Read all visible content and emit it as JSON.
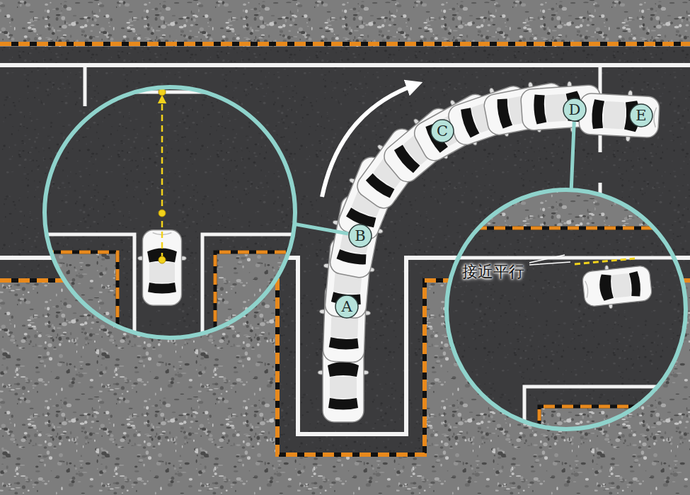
{
  "diagram": {
    "nodes": [
      {
        "text": [
          "A"
        ]
      },
      {
        "text": [
          "B"
        ]
      },
      {
        "text": [
          "C"
        ]
      },
      {
        "text": [
          "D"
        ]
      },
      {
        "text": [
          "E"
        ]
      },
      {
        "text": [
          "接近平行"
        ]
      }
    ],
    "edges": [
      {
        "from": 3,
        "to": 5,
        "arrow": "none"
      }
    ]
  }
}
